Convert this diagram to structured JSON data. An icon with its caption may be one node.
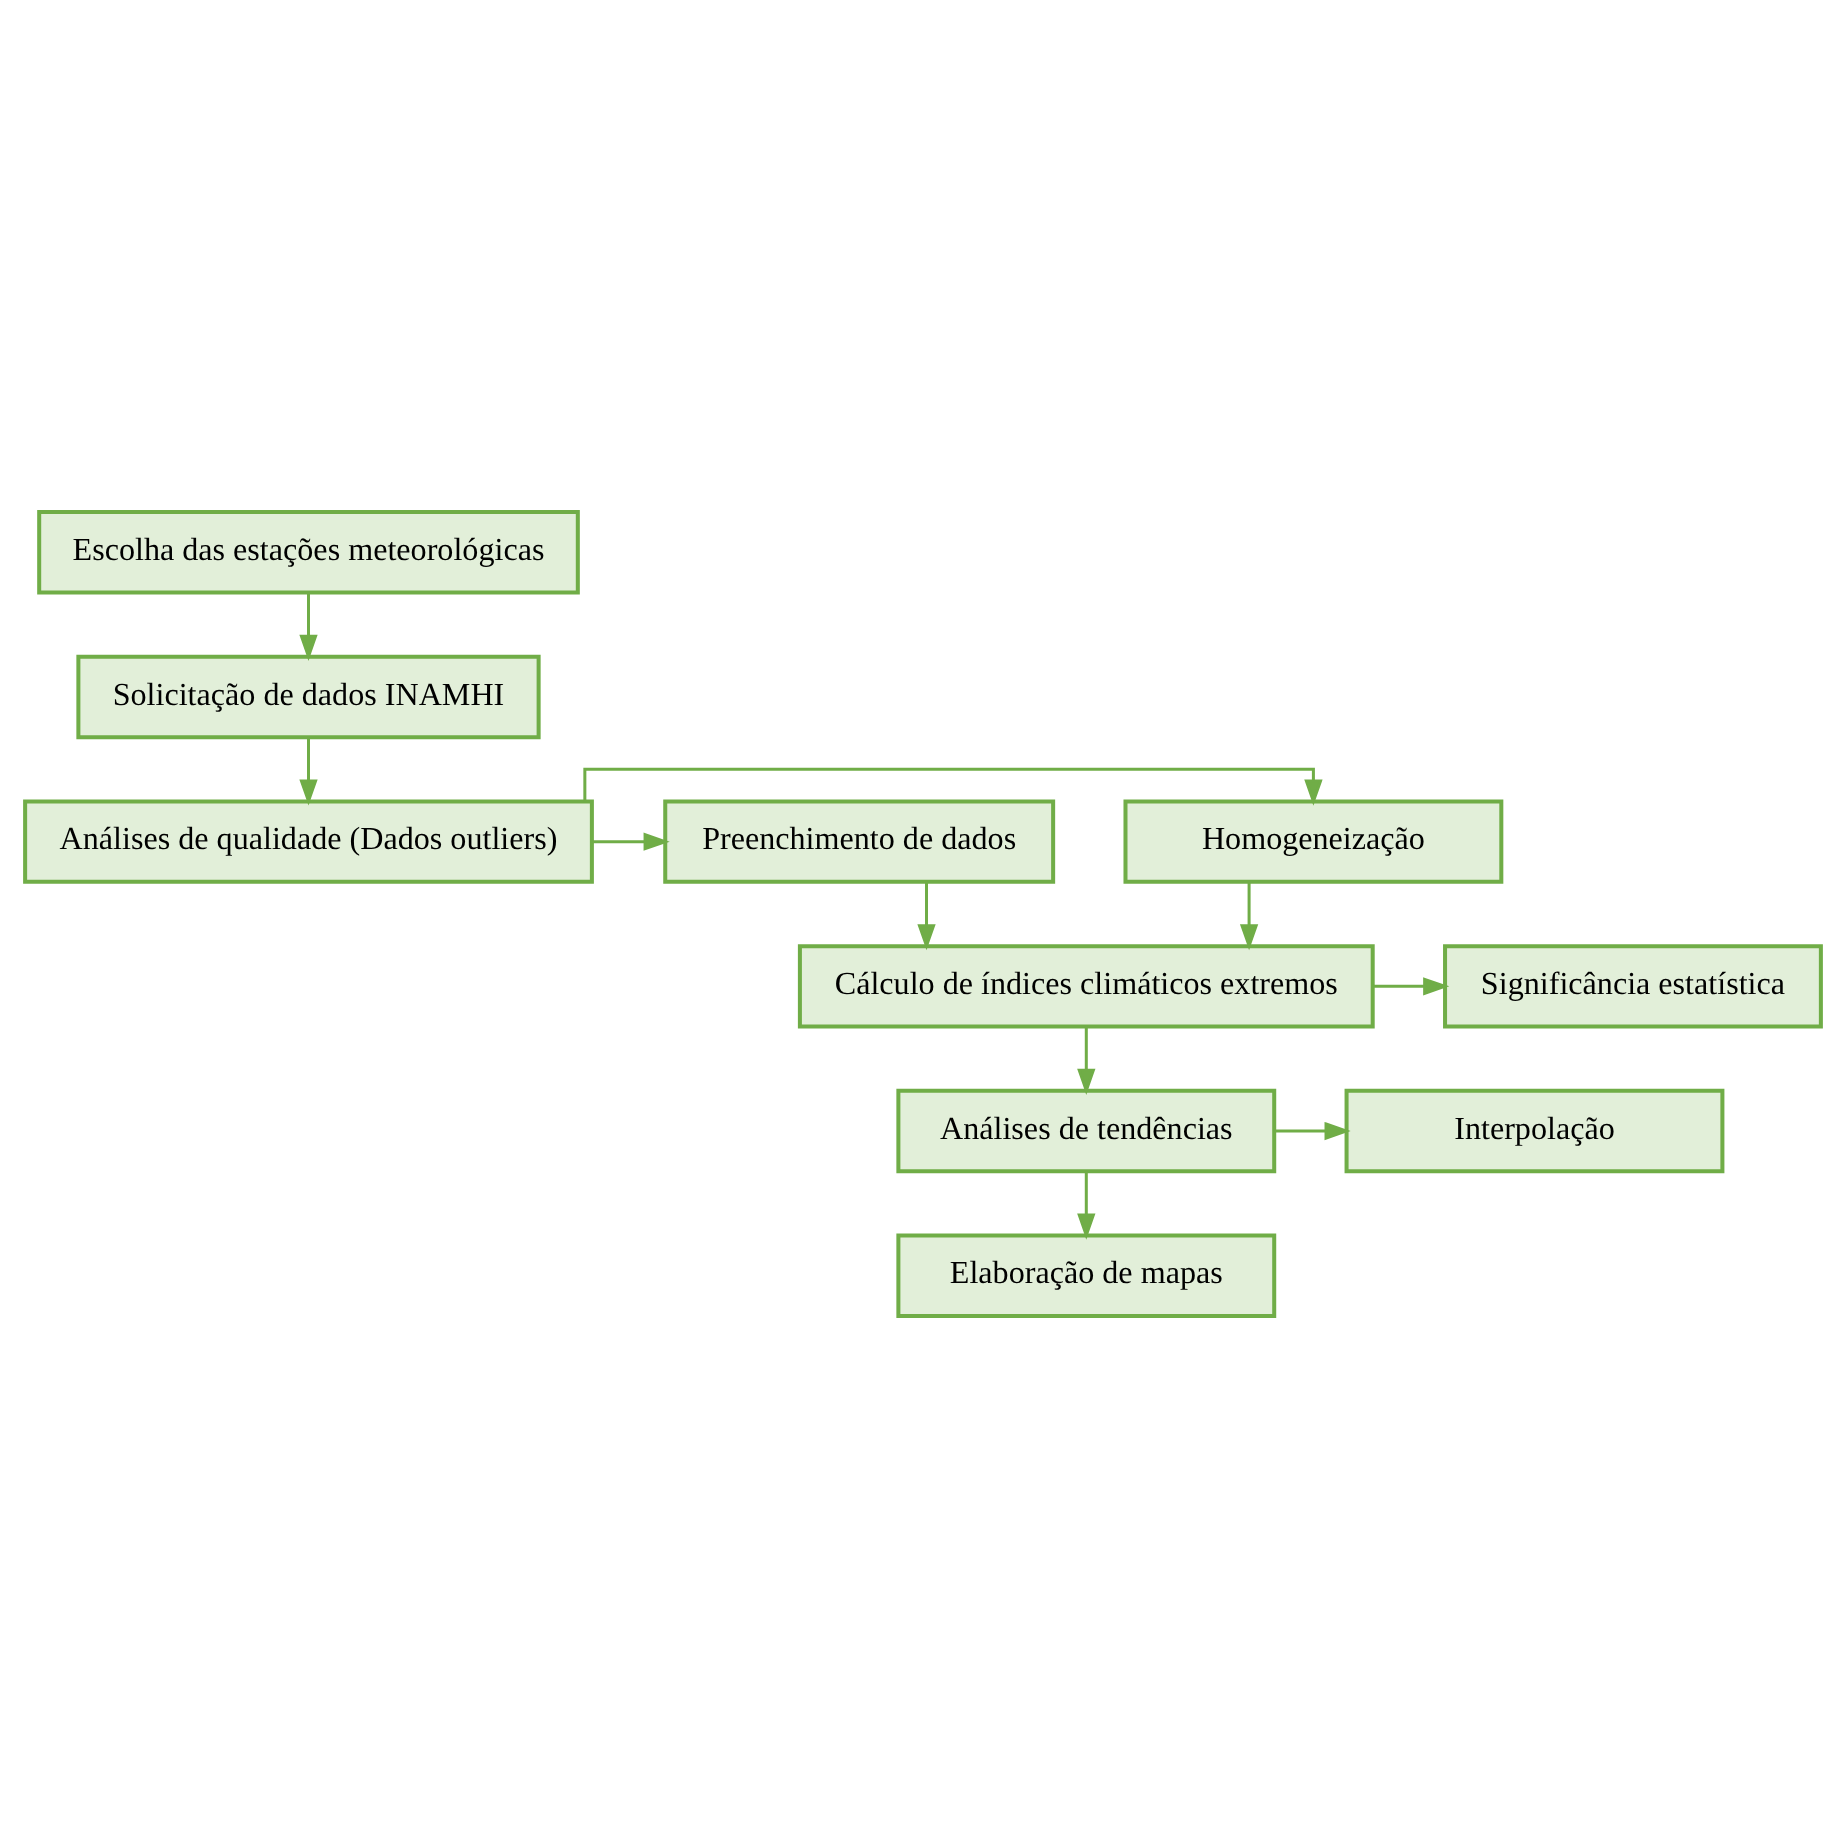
{
  "diagram": {
    "nodes": [
      {
        "text": [
          "Escolha das estações meteorológicas"
        ]
      },
      {
        "text": [
          "Solicitação de dados INAMHI"
        ]
      },
      {
        "text": [
          "Análises de qualidade (Dados outliers)"
        ]
      },
      {
        "text": [
          "Homogeneização"
        ]
      },
      {
        "text": [
          "Preenchimento de dados"
        ]
      },
      {
        "text": [
          "Cálculo de índices climáticos extremos"
        ]
      },
      {
        "text": [
          "Significância estatística"
        ]
      },
      {
        "text": [
          "Análises de tendências"
        ]
      },
      {
        "text": [
          "Interpolação"
        ]
      },
      {
        "text": [
          "Elaboração de mapas"
        ]
      }
    ],
    "edges": [
      {
        "from": 0,
        "to": 1,
        "arrow": "to"
      },
      {
        "from": 1,
        "to": 2,
        "arrow": "to"
      },
      {
        "from": 2,
        "to": 3,
        "arrow": "to"
      },
      {
        "from": 2,
        "to": 4,
        "arrow": "to"
      },
      {
        "from": 3,
        "to": 5,
        "arrow": "to"
      },
      {
        "from": 4,
        "to": 5,
        "arrow": "to"
      },
      {
        "from": 5,
        "to": 6,
        "arrow": "to"
      },
      {
        "from": 5,
        "to": 7,
        "arrow": "to"
      },
      {
        "from": 7,
        "to": 8,
        "arrow": "to"
      },
      {
        "from": 7,
        "to": 9,
        "arrow": "to"
      }
    ]
  }
}
